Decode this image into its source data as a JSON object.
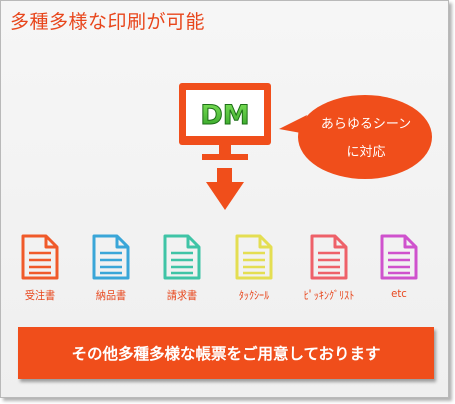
{
  "title": "多種多様な印刷が可能",
  "monitor": {
    "logo": "DM",
    "color": "#f04e1b"
  },
  "bubble": {
    "line1": "あらゆるシーン",
    "line2": "に対応"
  },
  "documents": [
    {
      "label": "受注書",
      "color": "#f05a2a"
    },
    {
      "label": "納品書",
      "color": "#3aa6d8"
    },
    {
      "label": "請求書",
      "color": "#3fc4a6"
    },
    {
      "label": "ﾀｯｸｼｰﾙ",
      "color": "#e4de52"
    },
    {
      "label": "ﾋﾟｯｷﾝｸﾞﾘｽﾄ",
      "color": "#ee6169"
    },
    {
      "label": "etc",
      "color": "#cf52cd"
    }
  ],
  "banner": {
    "text": "その他多種多様な帳票をご用意しております"
  }
}
